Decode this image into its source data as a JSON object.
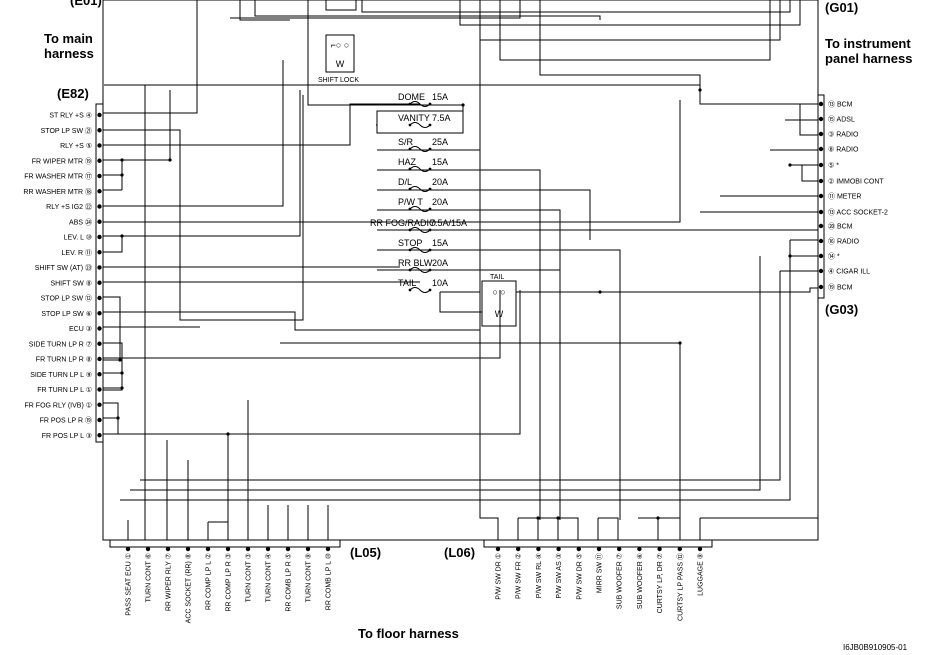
{
  "harness_labels": {
    "top_left_partial": "(E01)",
    "top_right_partial": "(G01)",
    "to_main": [
      "To main",
      "harness"
    ],
    "to_instrument": [
      "To instrument",
      "panel harness"
    ],
    "to_floor": "To floor harness",
    "e82": "(E82)",
    "g03": "(G03)",
    "l05": "(L05)",
    "l06": "(L06)",
    "figure_id": "I6JB0B910905-01"
  },
  "relay": {
    "shift_lock": "SHIFT LOCK",
    "tail": "TAIL"
  },
  "fuses": [
    {
      "name": "DOME",
      "rating": "15A"
    },
    {
      "name": "VANITY",
      "rating": "7.5A"
    },
    {
      "name": "S/R",
      "rating": "25A"
    },
    {
      "name": "HAZ",
      "rating": "15A"
    },
    {
      "name": "D/L",
      "rating": "20A"
    },
    {
      "name": "P/W T",
      "rating": "20A"
    },
    {
      "name": "RR FOG/RADIO",
      "rating": "7.5A/15A"
    },
    {
      "name": "STOP",
      "rating": "15A"
    },
    {
      "name": "RR BLW",
      "rating": "20A"
    },
    {
      "name": "TAIL",
      "rating": "10A"
    }
  ],
  "e82_pins": [
    "ST RLY +S ④",
    "STOP LP SW ㉑",
    "RLY +S ⑤",
    "FR WIPER MTR ⑲",
    "FR WASHER MTR ⑰",
    "RR WASHER MTR ⑱",
    "RLY +S IG2 ㉒",
    "ABS ㉔",
    "LEV. L ⑩",
    "LEV. R ⑪",
    "SHIFT SW (AT) ㉓",
    "SHIFT SW ⑧",
    "STOP LP SW ⑫",
    "STOP LP SW ⑥",
    "ECU ③",
    "SIDE TURN LP R ⑦",
    "FR TURN LP R ⑧",
    "SIDE TURN LP L ⑨",
    "FR TURN LP L ①",
    "FR FOG RLY (IVB) ①",
    "FR POS LP R ⑲",
    "FR POS LP L ③"
  ],
  "g01_pins": [
    "⑬ BCM",
    "⑮ ADSL",
    "③ RADIO",
    "⑧ RADIO",
    "⑤ *",
    "② IMMOBI CONT",
    "⑪ METER",
    "⑬ ACC SOCKET-2",
    "⑳ BCM"
  ],
  "g03_pins": [
    "⑯ RADIO",
    "⑭ *",
    "④ CIGAR ILL",
    "⑲ BCM"
  ],
  "l05_pins": [
    "PASS SEAT ECU ①",
    "TURN CONT ⑥",
    "RR WIPER RLY ⑦",
    "ACC SOCKET (RR) ⑧",
    "RR COMP LP L ②",
    "RR COMP LP R ③",
    "TURN CONT ③",
    "TURN CONT ④",
    "RR COMB LP R ⑤",
    "TURN CONT ⑨",
    "RR COMB LP L ⑩"
  ],
  "l06_pins": [
    "P/W SW DR ①",
    "P/W SW FR ②",
    "P/W SW RL ④",
    "P/W SW AS ③",
    "P/W SW DR ⑤",
    "MIRR SW ⑪",
    "SUB WOOFER ⑦",
    "SUB WOOFER ⑥",
    "CURTSY LP, DR ⑦",
    "CURTSY LP PASS ⑫",
    "LUGGAGE ⑨"
  ]
}
